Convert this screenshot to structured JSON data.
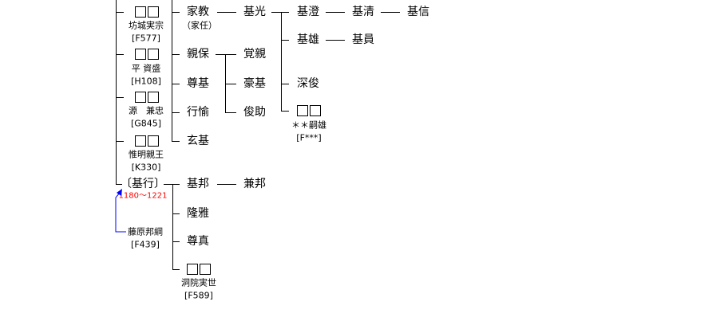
{
  "tree": {
    "col1": [
      {
        "name": "坊城実宗",
        "code": "[F577]"
      },
      {
        "name": "平 資盛",
        "code": "[H108]"
      },
      {
        "name": "源　兼忠",
        "code": "[G845]"
      },
      {
        "name": "惟明親王",
        "code": "[K330]"
      }
    ],
    "motoyuki": {
      "name": "〔基行〕",
      "years": "1180～1221"
    },
    "adoptive": {
      "name": "藤原邦綱",
      "code": "[F439]"
    },
    "col2_upper": [
      "家教",
      "（家任）",
      "親保",
      "尊基",
      "行愉",
      "玄基"
    ],
    "col2_lower": [
      "基邦",
      "隆雅",
      "尊真",
      "洞院実世",
      "[F589]"
    ],
    "col3": [
      "基光",
      "覚親",
      "豪基",
      "俊助",
      "兼邦"
    ],
    "col4": [
      "基澄",
      "基雄",
      "深俊",
      "＊＊嗣雄",
      "[F***]"
    ],
    "col5": [
      "基清",
      "基員"
    ],
    "col6": [
      "基信"
    ]
  },
  "colors": {
    "line": "#000000",
    "years": "#ff0000",
    "arrow": "#0000ff"
  }
}
